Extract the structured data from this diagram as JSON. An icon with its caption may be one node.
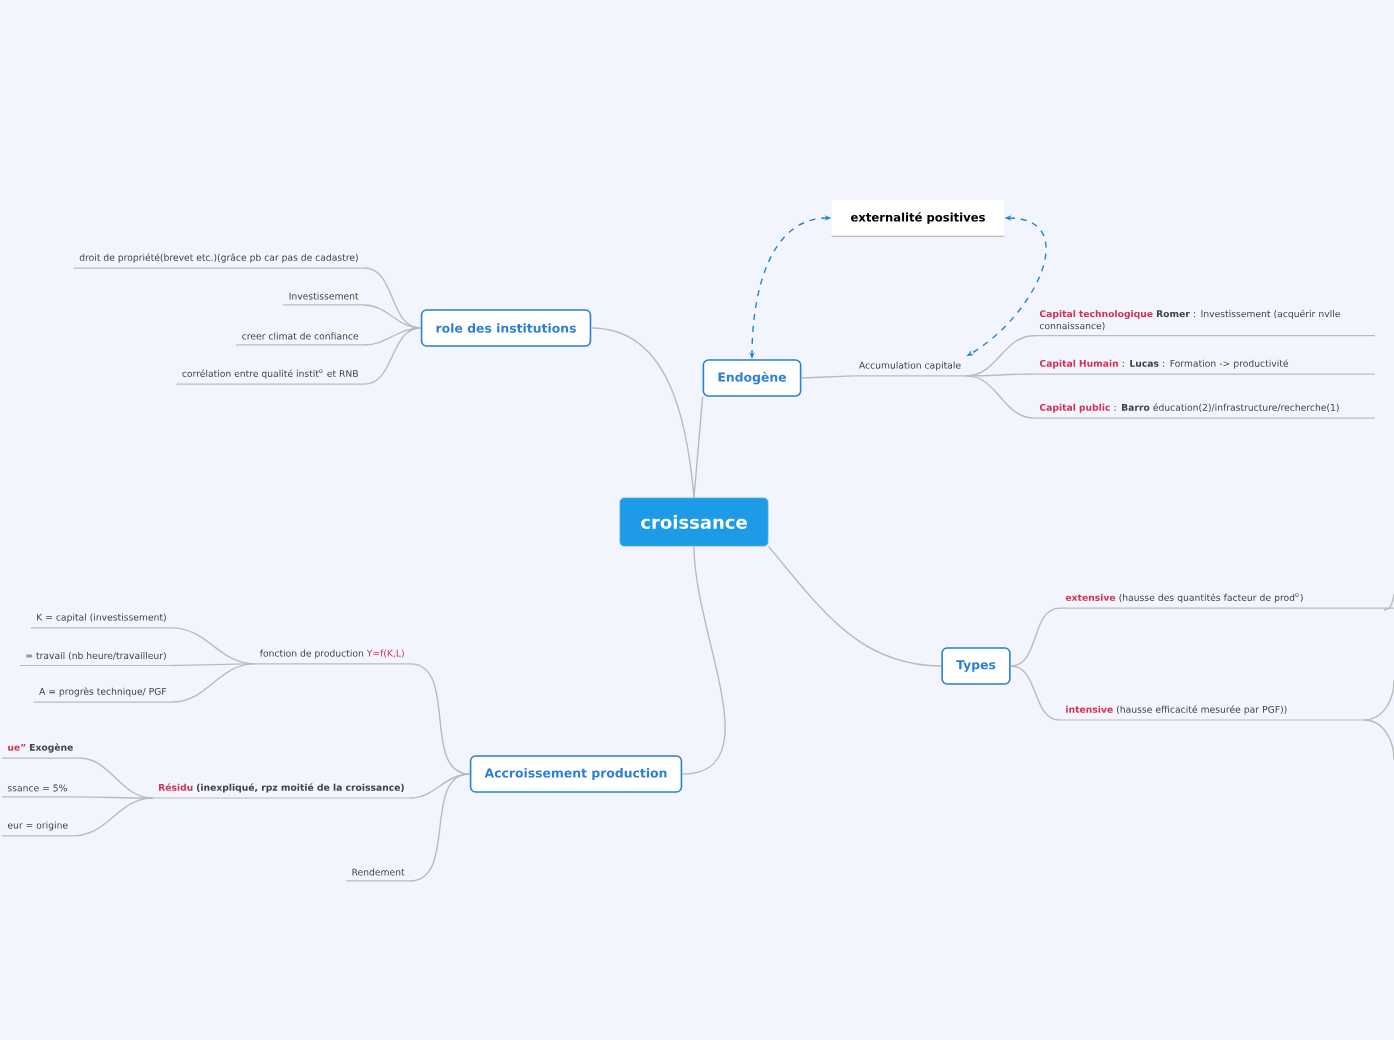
{
  "diagram": {
    "nodes": [
      {
        "text": [
          "croissance"
        ]
      },
      {
        "text": [
          "role des institutions"
        ]
      },
      {
        "text": [
          "droit de propriété(brevet etc.)(grâce pb car pas de cadastre)"
        ]
      },
      {
        "text": [
          "Investissement"
        ]
      },
      {
        "text": [
          "creer climat de confiance"
        ]
      },
      {
        "text": [
          "corrélation entre qualité instit$^{o}$ et RNB"
        ]
      },
      {
        "text": [
          "Endogène"
        ]
      },
      {
        "text": [
          "externalité positives"
        ]
      },
      {
        "text": [
          "Accumulation capitale"
        ]
      },
      {
        "text": [
          "Capital technologique",
          "**Romer** : Investissement (acquérir nvlle connaissance)"
        ]
      },
      {
        "text": [
          "Capital Humain",
          ": **Lucas** : Formation -> productivité"
        ]
      },
      {
        "text": [
          "Capital public",
          ": **Barro** éducation(2)/infrastructure/recherche(1)"
        ]
      },
      {
        "text": [
          "Types"
        ]
      },
      {
        "text": [
          "extensive",
          "(hausse des quantités facteur de prod$^{o}$)"
        ]
      },
      {
        "text": [
          "intensive",
          "(hausse efficacité mesurée par PGF))"
        ]
      },
      {
        "text": [
          "Accroissement production"
        ]
      },
      {
        "text": [
          "fonction de production",
          "Y=f(K,L)"
        ]
      },
      {
        "text": [
          "K = capital (investissement)"
        ]
      },
      {
        "text": [
          "= travail (nb heure/travailleur)"
        ]
      },
      {
        "text": [
          "A = progrès technique/ PGF"
        ]
      },
      {
        "text": [
          "Résidu",
          "(inexpliqué, rpz moitié de la croissance)"
        ]
      },
      {
        "text": [
          "ue”",
          "Exogène"
        ]
      },
      {
        "text": [
          "ssance = 5%"
        ]
      },
      {
        "text": [
          "eur = origine"
        ]
      },
      {
        "text": [
          "Rendement"
        ]
      }
    ],
    "edges": [
      {
        "from": 0,
        "to": 1,
        "arrow": "none"
      },
      {
        "from": 1,
        "to": 2,
        "arrow": "none"
      },
      {
        "from": 1,
        "to": 3,
        "arrow": "none"
      },
      {
        "from": 1,
        "to": 4,
        "arrow": "none"
      },
      {
        "from": 1,
        "to": 5,
        "arrow": "none"
      },
      {
        "from": 0,
        "to": 6,
        "arrow": "none"
      },
      {
        "from": 6,
        "to": 8,
        "arrow": "none"
      },
      {
        "from": 8,
        "to": 9,
        "arrow": "none"
      },
      {
        "from": 8,
        "to": 10,
        "arrow": "none"
      },
      {
        "from": 8,
        "to": 11,
        "arrow": "none"
      },
      {
        "from": 7,
        "to": 6,
        "arrow": "both",
        "style": "dashed",
        "color": "#2a7fd6"
      },
      {
        "from": 7,
        "to": 8,
        "arrow": "both",
        "style": "dashed",
        "color": "#2a7fd6"
      },
      {
        "from": 0,
        "to": 12,
        "arrow": "none"
      },
      {
        "from": 12,
        "to": 13,
        "arrow": "none"
      },
      {
        "from": 12,
        "to": 14,
        "arrow": "none"
      },
      {
        "from": 0,
        "to": 15,
        "arrow": "none"
      },
      {
        "from": 15,
        "to": 16,
        "arrow": "none"
      },
      {
        "from": 16,
        "to": 17,
        "arrow": "none"
      },
      {
        "from": 16,
        "to": 18,
        "arrow": "none"
      },
      {
        "from": 16,
        "to": 19,
        "arrow": "none"
      },
      {
        "from": 15,
        "to": 20,
        "arrow": "none"
      },
      {
        "from": 20,
        "to": 21,
        "arrow": "none"
      },
      {
        "from": 20,
        "to": 22,
        "arrow": "none"
      },
      {
        "from": 20,
        "to": 23,
        "arrow": "none"
      },
      {
        "from": 15,
        "to": 24,
        "arrow": "none"
      }
    ]
  }
}
